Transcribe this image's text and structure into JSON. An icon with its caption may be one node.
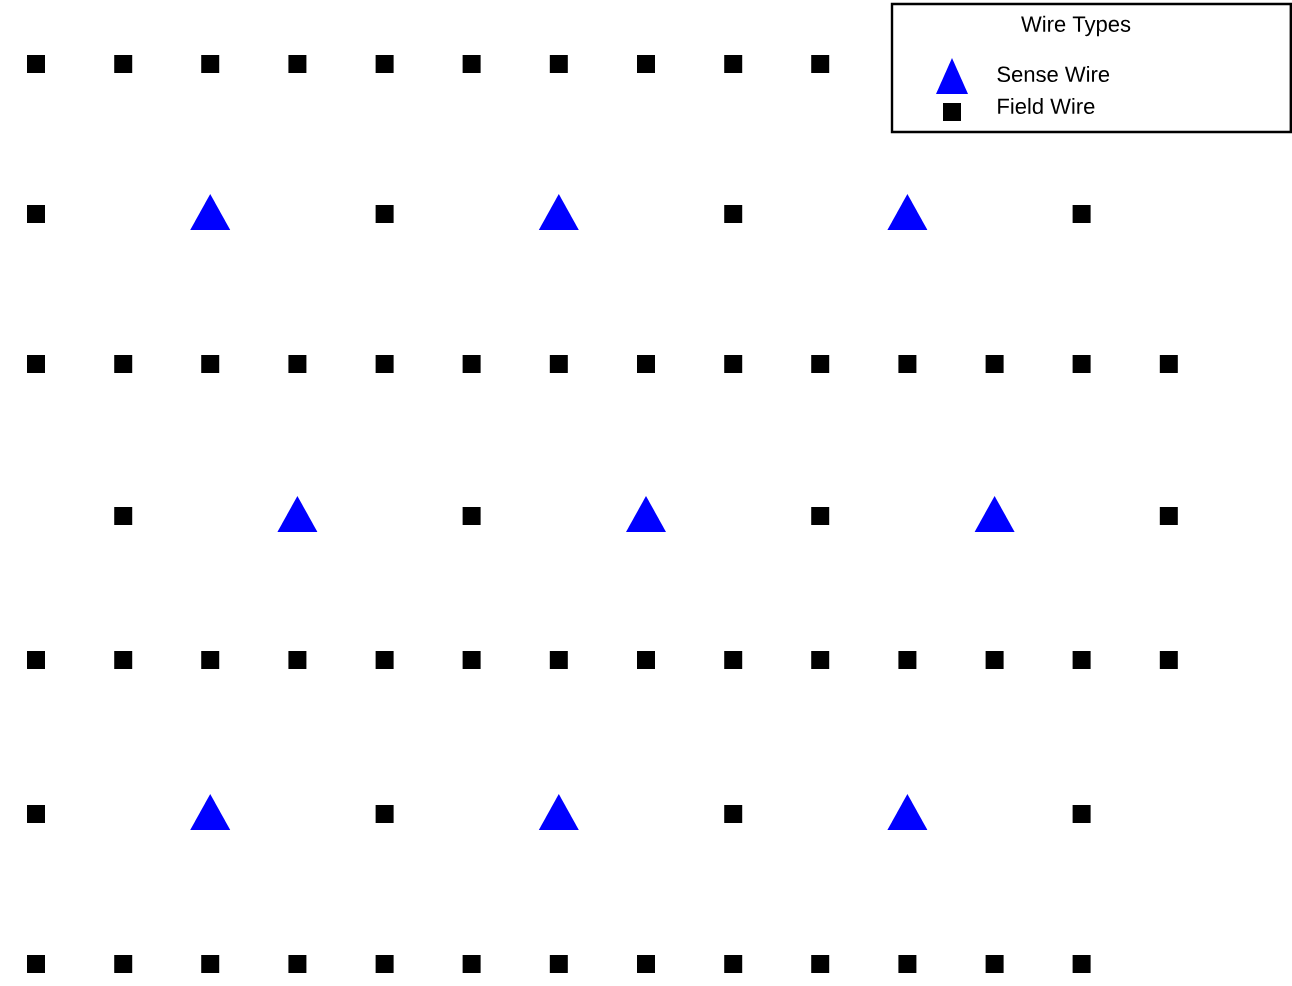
{
  "diagram": {
    "labels": [
      "Wire Types"
    ],
    "legend": [
      {
        "text": "Sense Wire"
      },
      {
        "text": "Field Wire"
      }
    ]
  }
}
